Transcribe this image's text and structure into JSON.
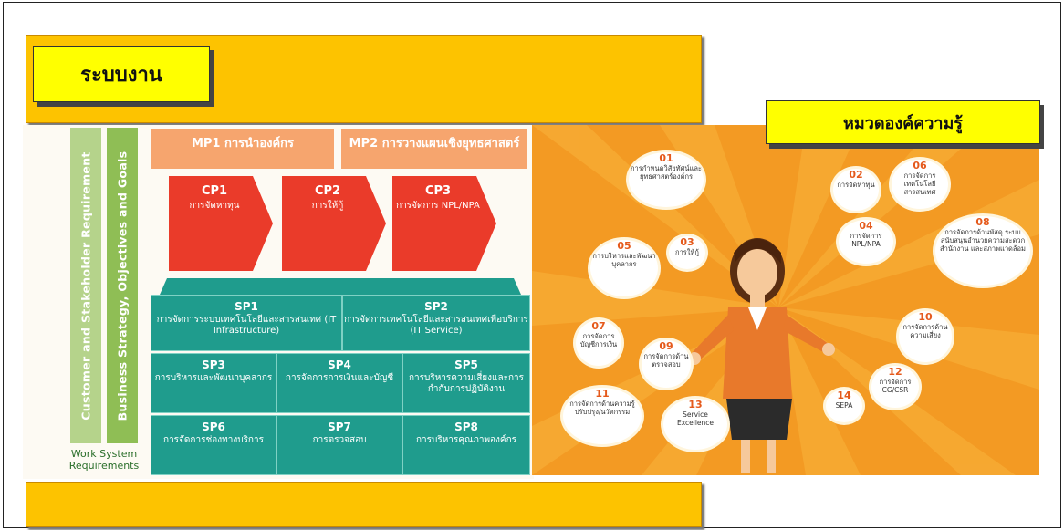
{
  "labels": {
    "left": "ระบบงาน",
    "right": "หมวดองค์ความรู้"
  },
  "work_system": {
    "vertical1": "Customer and Stakeholder Requirement",
    "vertical2": "Business Strategy, Objectives and Goals",
    "bottom_label": "Work System Requirements",
    "mp": [
      {
        "title": "MP1 การนำองค์กร",
        "sub": "",
        "sub2": ""
      },
      {
        "title": "MP2 การวางแผนเชิงยุทธศาสตร์",
        "sub": ""
      }
    ],
    "cp": [
      {
        "title": "CP1",
        "name": "การจัดหาทุน",
        "meta": ""
      },
      {
        "title": "CP2",
        "name": "การให้กู้",
        "meta": ""
      },
      {
        "title": "CP3",
        "name": "การจัดการ NPL/NPA",
        "meta": ""
      }
    ],
    "sp_top": [
      {
        "title": "SP1",
        "name": "การจัดการระบบเทคโนโลยีและสารสนเทศ (IT Infrastructure)",
        "meta": ""
      },
      {
        "title": "SP2",
        "name": "การจัดการเทคโนโลยีและสารสนเทศเพื่อบริการ (IT Service)",
        "meta": ""
      }
    ],
    "sp": [
      {
        "title": "SP3",
        "name": "การบริหารและพัฒนาบุคลากร",
        "meta": ""
      },
      {
        "title": "SP4",
        "name": "การจัดการการเงินและบัญชี",
        "meta": ""
      },
      {
        "title": "SP5",
        "name": "การบริหารความเสี่ยงและการกำกับการปฏิบัติงาน",
        "meta": ""
      },
      {
        "title": "SP6",
        "name": "การจัดการช่องทางบริการ",
        "meta": ""
      },
      {
        "title": "SP7",
        "name": "การตรวจสอบ",
        "meta": ""
      },
      {
        "title": "SP8",
        "name": "การบริหารคุณภาพองค์กร",
        "meta": ""
      }
    ]
  },
  "knowledge": {
    "clouds": [
      {
        "n": "01",
        "c": "การกำหนดวิสัยทัศน์และยุทธศาสตร์องค์กร"
      },
      {
        "n": "02",
        "c": "การจัดหาทุน"
      },
      {
        "n": "03",
        "c": "การให้กู้"
      },
      {
        "n": "04",
        "c": "การจัดการ NPL/NPA"
      },
      {
        "n": "05",
        "c": "การบริหารและพัฒนาบุคลากร"
      },
      {
        "n": "06",
        "c": "การจัดการเทคโนโลยีสารสนเทศ"
      },
      {
        "n": "07",
        "c": "การจัดการบัญชีการเงิน"
      },
      {
        "n": "08",
        "c": "การจัดการด้านพัสดุ ระบบสนับสนุนอำนวยความสะดวก สำนักงาน และสภาพแวดล้อม"
      },
      {
        "n": "09",
        "c": "การจัดการด้านตรวจสอบ"
      },
      {
        "n": "10",
        "c": "การจัดการด้านความเสี่ยง"
      },
      {
        "n": "11",
        "c": "การจัดการด้านความรู้ปรับปรุง/นวัตกรรม"
      },
      {
        "n": "12",
        "c": "การจัดการ CG/CSR"
      },
      {
        "n": "13",
        "c": "Service Excellence"
      },
      {
        "n": "14",
        "c": "SEPA"
      }
    ]
  },
  "colors": {
    "yellow_bar": "#fdc300",
    "label_yellow": "#ffff00",
    "teal": "#1f9c8d",
    "red": "#ea3b2a",
    "orange_bg": "#f39a23"
  }
}
